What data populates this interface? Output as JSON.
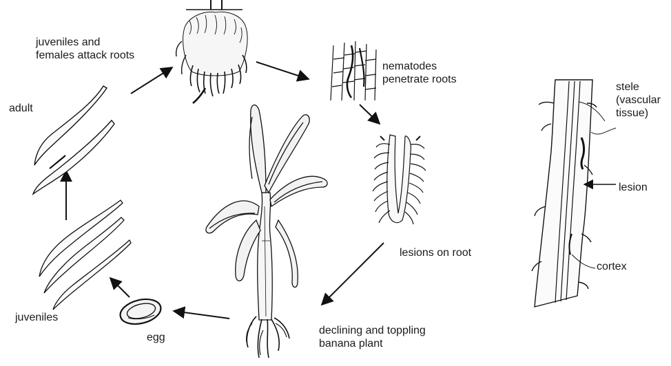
{
  "labels": {
    "juveniles_attack": [
      "juveniles and",
      "females attack  roots"
    ],
    "nematodes_penetrate": [
      "nematodes",
      "penetrate roots"
    ],
    "adult": "adult",
    "lesions_on_root": "lesions on root",
    "juveniles": "juveniles",
    "egg": "egg",
    "declining": [
      "declining and toppling",
      "banana plant"
    ],
    "stele": [
      "stele",
      "(vascular",
      "tissue)"
    ],
    "lesion": "lesion",
    "cortex": "cortex"
  }
}
